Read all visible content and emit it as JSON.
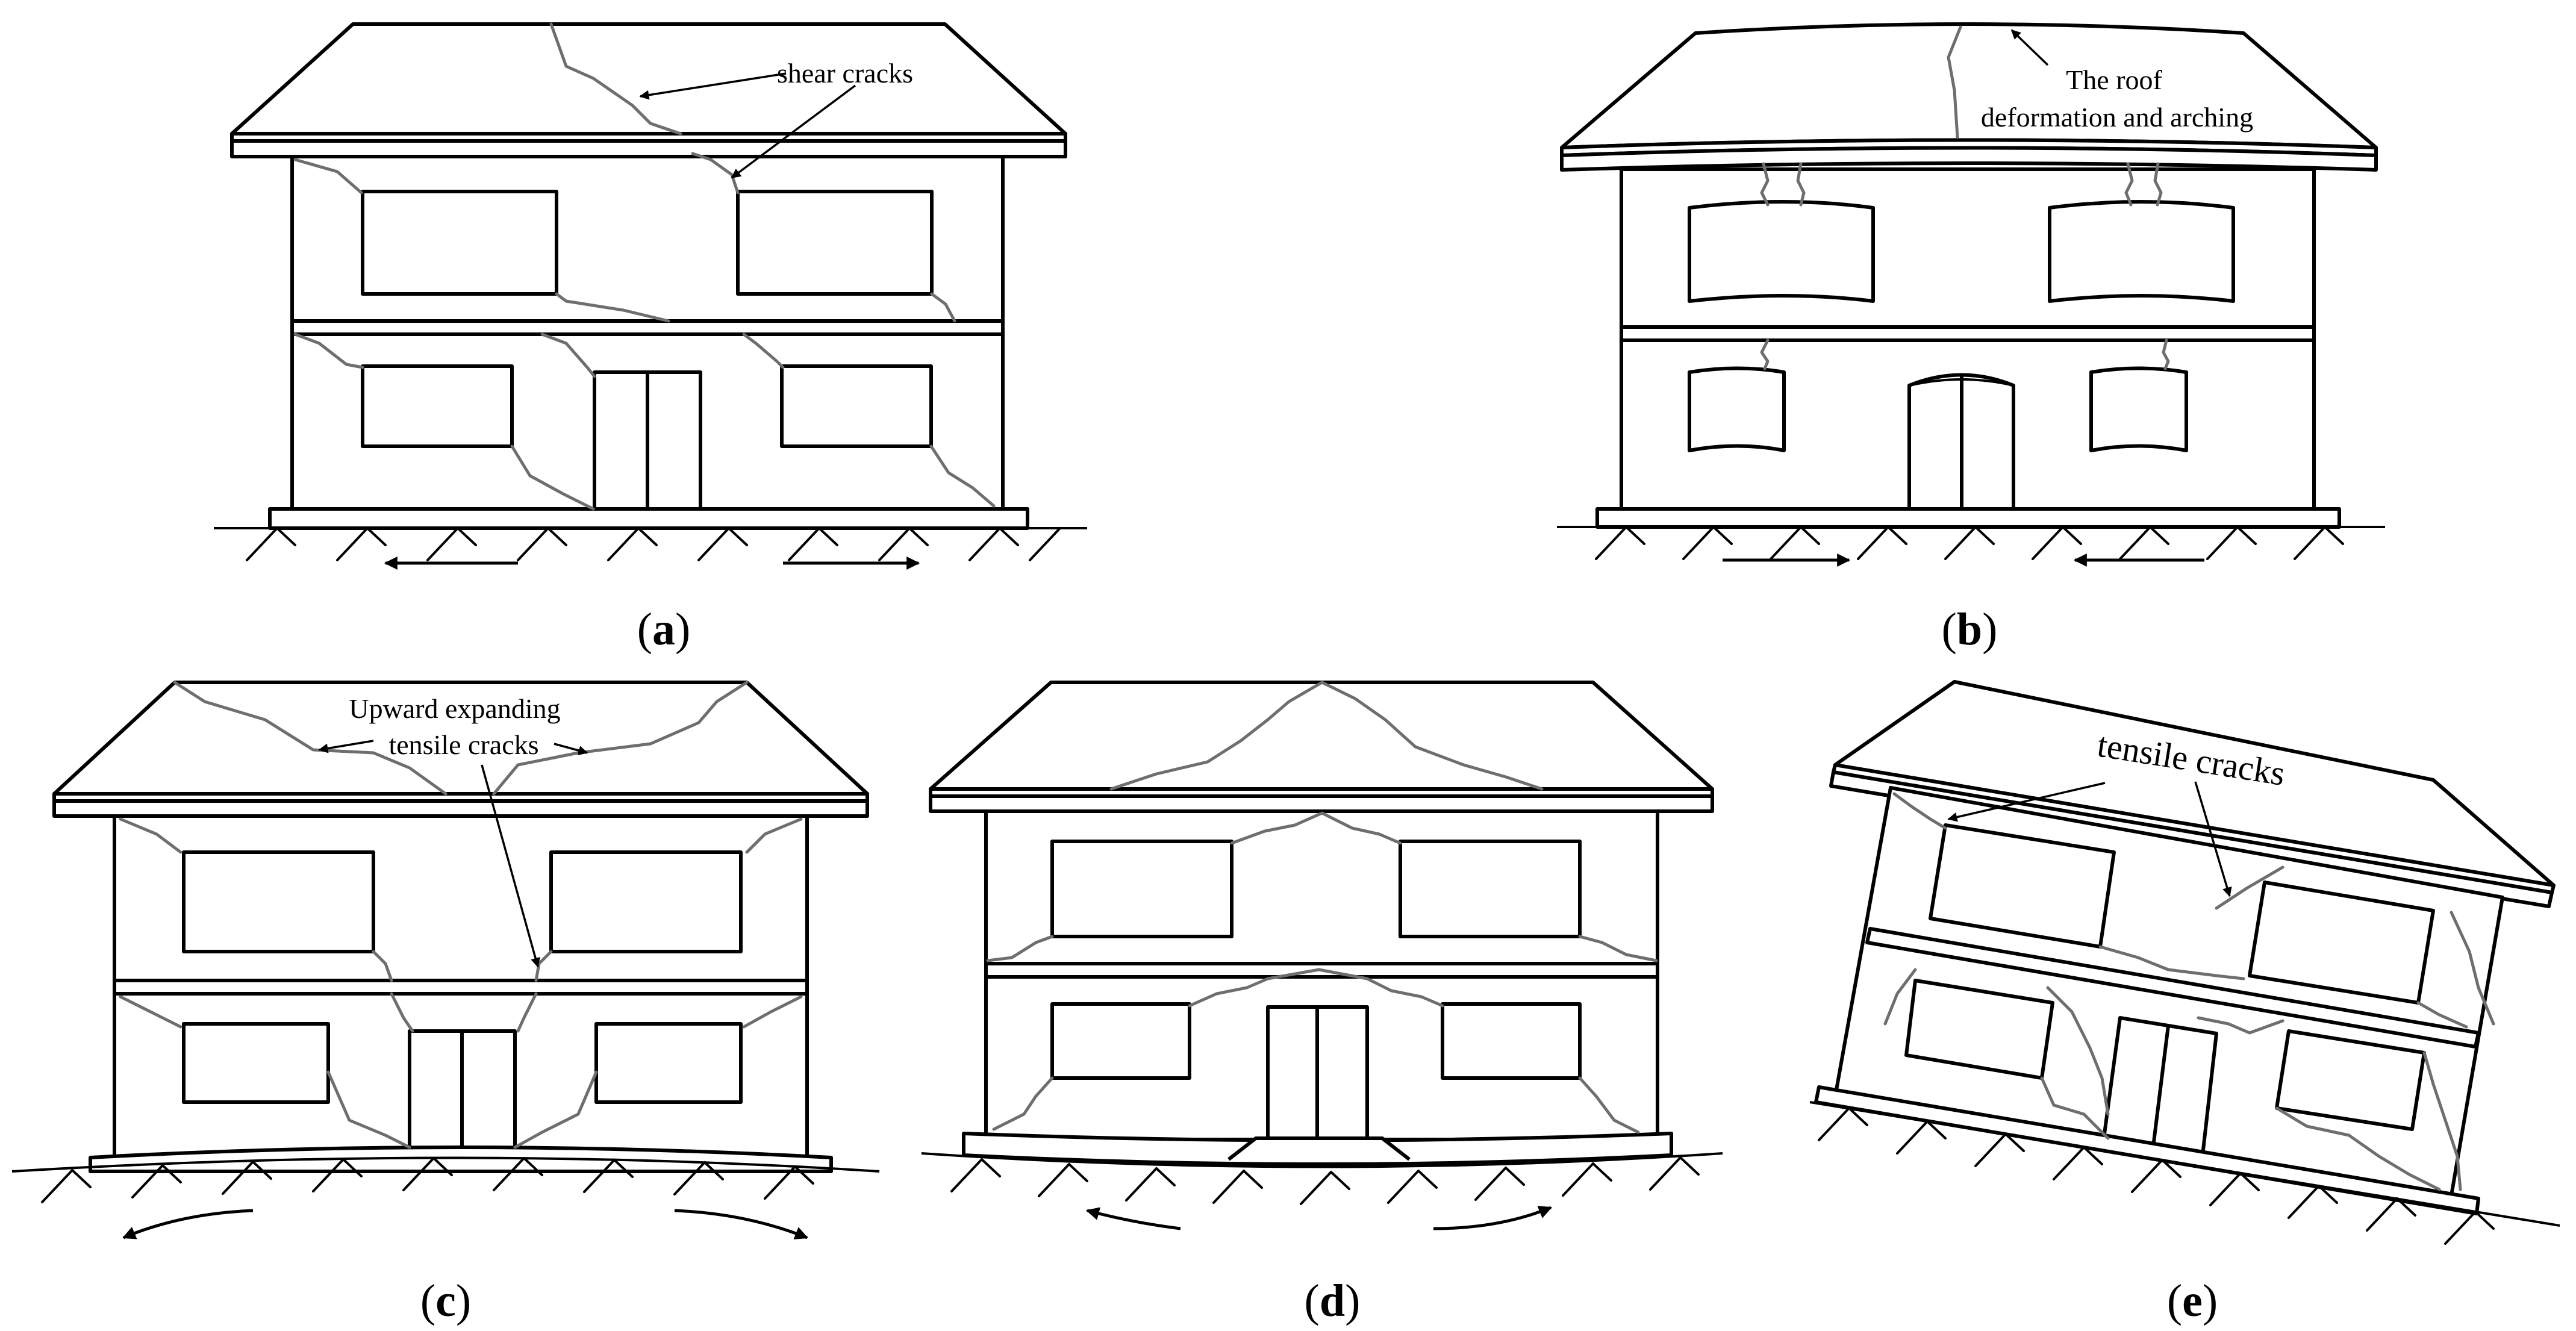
{
  "panels": {
    "a": {
      "label": "a",
      "annotation": "shear cracks"
    },
    "b": {
      "label": "b",
      "annotation_line1": "The roof",
      "annotation_line2": "deformation and arching"
    },
    "c": {
      "label": "c",
      "annotation_line1": "Upward expanding",
      "annotation_line2": "tensile cracks"
    },
    "d": {
      "label": "d"
    },
    "e": {
      "label": "e",
      "annotation": "tensile cracks"
    }
  },
  "caption_parens": {
    "open": "(",
    "close": ")"
  },
  "colors": {
    "line": "#000000",
    "crack": "#6e6e6e",
    "background": "#ffffff"
  }
}
